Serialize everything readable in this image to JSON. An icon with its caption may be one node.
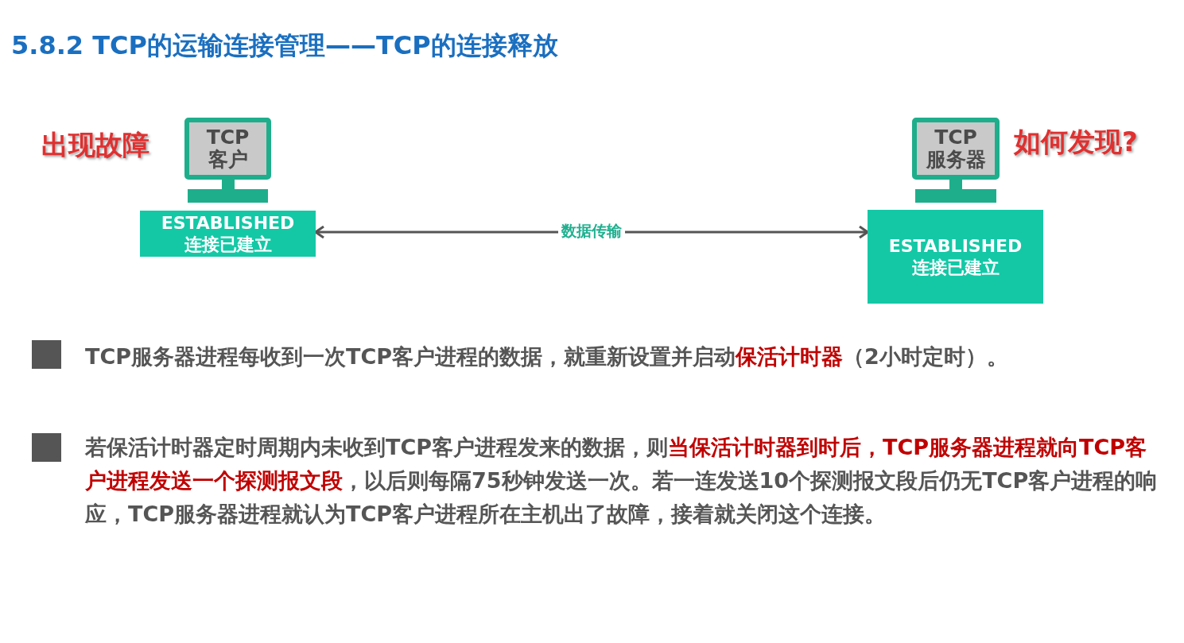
{
  "diagram": {
    "title": "5.8.2 TCP的运输连接管理——TCP的连接释放",
    "nodes": [
      {
        "text": [
          "TCP 客户"
        ]
      },
      {
        "text": [
          "ESTABLISHED 连接已建立"
        ]
      },
      {
        "text": [
          "TCP 服务器"
        ]
      },
      {
        "text": [
          "ESTABLISHED 连接已建立"
        ]
      }
    ],
    "edges": [
      {
        "from": 1,
        "to": 3,
        "arrow": "both",
        "label": "数据传输"
      }
    ],
    "labels": [
      "出现故障",
      "如何发现?",
      "TCP服务器进程每收到一次TCP客户进程的数据，就重新设置并启动**保活计时器**（2小时定时）。",
      "若保活计时器定时周期内未收到TCP客户进程发来的数据，则**当保活计时器到时后，TCP服务器进程就向TCP客户进程发送一个探测报文段**，以后则每隔75秒钟发送一次。若一连发送10个探测报文段后仍无TCP客户进程的响应，TCP服务器进程就认为TCP客户进程所在主机出了故障，接着就关闭这个连接。"
    ]
  }
}
